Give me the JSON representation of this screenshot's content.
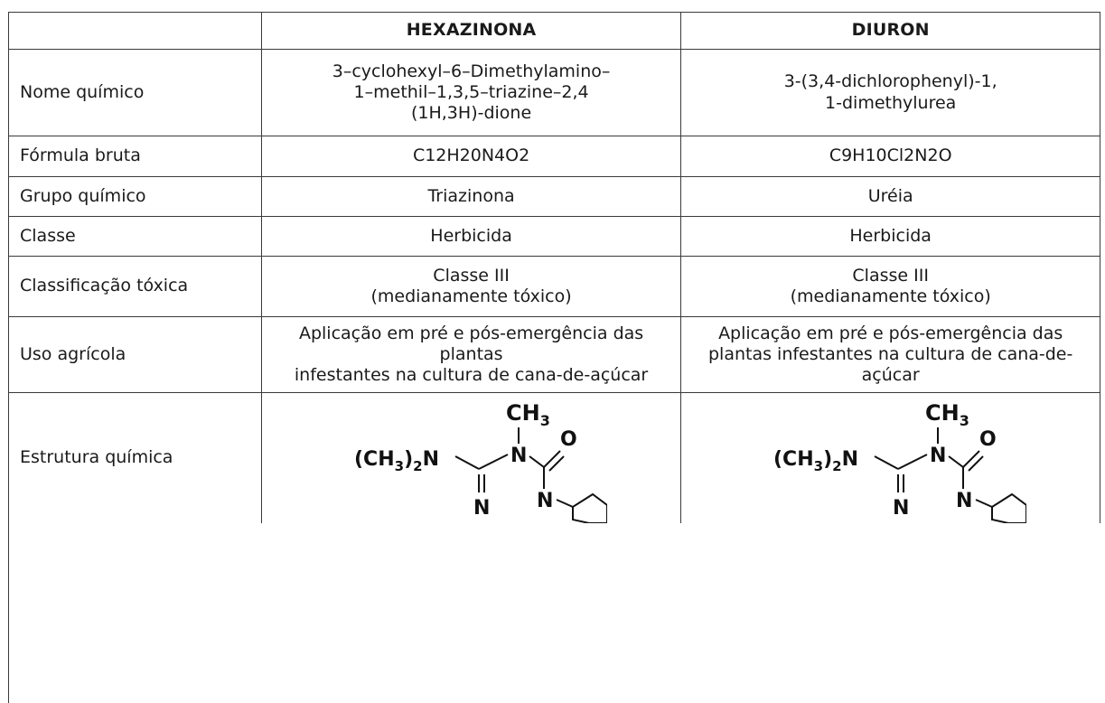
{
  "table": {
    "header": {
      "blank": "",
      "col1": "HEXAZINONA",
      "col2": "DIURON"
    },
    "rows": [
      {
        "label": "Nome químico",
        "hexazinona": "3–cyclohexyl–6–Dimethylamino–\n1–methil–1,3,5–triazine–2,4\n(1H,3H)-dione",
        "diuron": "3-(3,4-dichlorophenyl)-1,\n1-dimethylurea"
      },
      {
        "label": "Fórmula bruta",
        "hexazinona": "C12H20N4O2",
        "diuron": "C9H10Cl2N2O"
      },
      {
        "label": "Grupo químico",
        "hexazinona": "Triazinona",
        "diuron": "Uréia"
      },
      {
        "label": "Classe",
        "hexazinona": "Herbicida",
        "diuron": "Herbicida"
      },
      {
        "label": "Classificação tóxica",
        "hexazinona": "Classe III\n(medianamente tóxico)",
        "diuron": "Classe III\n(medianamente tóxico)"
      },
      {
        "label": "Uso agrícola",
        "hexazinona": "Aplicação em pré e pós-emergência das plantas\ninfestantes na cultura de cana-de-açúcar",
        "diuron": "Aplicação em pré e pós-emergência das\nplantas infestantes na cultura de cana-de-\naçúcar"
      },
      {
        "label": "Estrutura química"
      }
    ],
    "structure": {
      "ch3": "CH",
      "sub3": "3",
      "dimethyl_open": "(CH",
      "dimethyl_close": ")",
      "sub2": "2",
      "n": "N",
      "o": "O"
    }
  }
}
